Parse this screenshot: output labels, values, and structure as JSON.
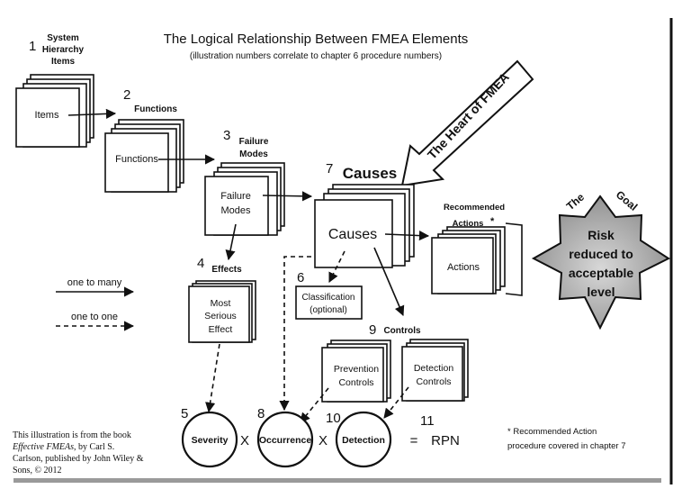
{
  "title": "The Logical Relationship Between FMEA Elements",
  "subtitle": "(illustration numbers correlate to chapter 6 procedure numbers)",
  "heart_label": "The Heart of FMEA",
  "labels": {
    "system_num": "1",
    "system_line1": "System",
    "system_line2": "Hierarchy",
    "system_line3": "Items",
    "functions_num": "2",
    "functions_head": "Functions",
    "failure_num": "3",
    "failure_head1": "Failure",
    "failure_head2": "Modes",
    "effects_num": "4",
    "effects_head": "Effects",
    "severity_num": "5",
    "classification_num": "6",
    "causes_num": "7",
    "causes_head": "Causes",
    "occurrence_num": "8",
    "controls_num": "9",
    "controls_head": "Controls",
    "detection_num": "10",
    "rpn_num": "11",
    "rec_head1": "Recommended",
    "rec_head2": "Actions",
    "rec_star": "*"
  },
  "boxes": {
    "items": "Items",
    "functions": "Functions",
    "failure_line1": "Failure",
    "failure_line2": "Modes",
    "causes": "Causes",
    "effect_line1": "Most",
    "effect_line2": "Serious",
    "effect_line3": "Effect",
    "classification_line1": "Classification",
    "classification_line2": "(optional)",
    "prevention_line1": "Prevention",
    "prevention_line2": "Controls",
    "detection_line1": "Detection",
    "detection_line2": "Controls",
    "actions": "Actions"
  },
  "formula": {
    "severity": "Severity",
    "times1": "X",
    "occurrence": "Occurrence",
    "times2": "X",
    "detection": "Detection",
    "equals": "=",
    "rpn": "RPN"
  },
  "goal": {
    "the": "The",
    "goal": "Goal",
    "line1": "Risk",
    "line2": "reduced to",
    "line3": "acceptable",
    "line4": "level"
  },
  "legend": {
    "one_to_many": "one to many",
    "one_to_one": "one to one"
  },
  "source_note": {
    "line1": "This illustration is from the book",
    "line2_italic": "Effective FMEAs",
    "line2_rest": ", by Carl S.",
    "line3": "Carlson, published by John Wiley &",
    "line4": "Sons, © 2012"
  },
  "footnote": {
    "line1": "* Recommended Action",
    "line2": "procedure covered in chapter 7"
  }
}
